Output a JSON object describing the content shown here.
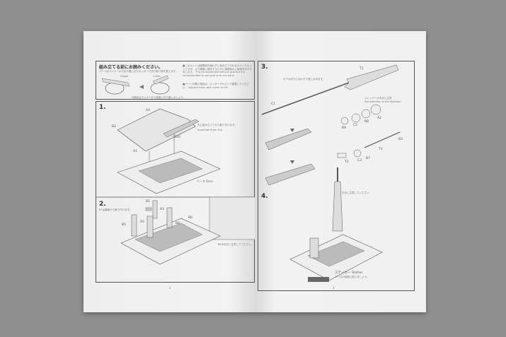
{
  "left_page": {
    "header": {
      "title": "組み立てる前にお読みください。",
      "subtitle_left": "パーツはランナーから切り離します。",
      "subtitle_right": "カッターで切り取り跡を整えます。",
      "diagram_label_a": "Nipper",
      "diagram_label_b": "Cutter",
      "caption": "※部品はランナーから慎重に切り離しましょう。",
      "note1_ja": "このキットは接着剤を使わずに組み立てられるスナップキットですが、より確実に固定するために接着剤のご使用をおすすめします。",
      "note1_en": "This kit assembled without glue but it is recommended to use glue to fix the parts",
      "note2_ja": "パーツが硬い場合は、カッターやヤスリで調整してください。",
      "note2_en": "Adjust friction with cutter or file"
    },
    "step1": {
      "number": "1.",
      "parts": [
        "A4",
        "B2",
        "A1",
        "B10"
      ],
      "bracket_note_ja": "先に組み立ててから取り付けます。",
      "bracket_note_en": "Assemble them first",
      "base_label": "ベース Base"
    },
    "step2": {
      "number": "2.",
      "note": "B1は裏面から取り付けます。",
      "parts": [
        "B1",
        "A3",
        "A5",
        "B5",
        "B4",
        "B6"
      ],
      "inset_note": "B6の向きに注意してください。"
    },
    "page_number": "2"
  },
  "right_page": {
    "step3": {
      "number": "3.",
      "parts": [
        "T1",
        "C1",
        "B9",
        "C2",
        "B8",
        "A2",
        "B3",
        "T3",
        "T2",
        "C3",
        "B7"
      ],
      "arrow_note": "ギアの向きに合わせて差し込みます。",
      "stopper_note_ja": "ストッパーの向きに注意",
      "stopper_note_en": "Pay attention to the direction"
    },
    "step4": {
      "number": "4.",
      "note": "向きに注意してください。",
      "sticker_label": "ステッカー Sticker",
      "sticker_note": "ベースの前面に貼りましょう。"
    },
    "page_number": "3"
  }
}
